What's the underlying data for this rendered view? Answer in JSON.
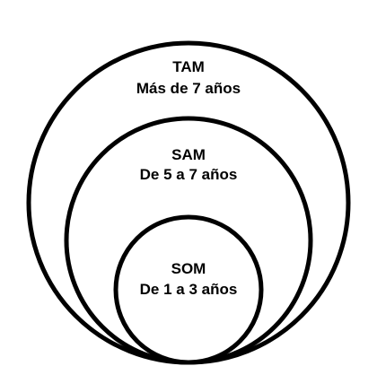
{
  "diagram": {
    "type": "nested-circles",
    "colors": {
      "background": "#ffffff",
      "stroke": "#000000",
      "text": "#000000"
    },
    "circles": [
      {
        "title": "TAM",
        "subtitle": "Más de 7 años"
      },
      {
        "title": "SAM",
        "subtitle": "De 5 a 7 años"
      },
      {
        "title": "SOM",
        "subtitle": "De 1 a 3 años"
      }
    ]
  }
}
